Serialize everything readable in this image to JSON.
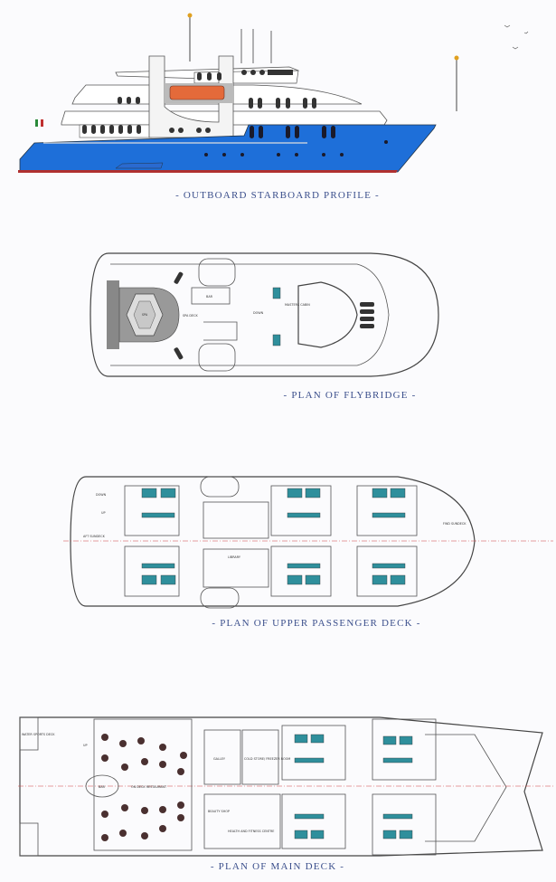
{
  "profile": {
    "caption": "- OUTBOARD STARBOARD PROFILE -",
    "hull_color": "#1e6fd9",
    "boot_color": "#b03030"
  },
  "flybridge": {
    "caption": "- PLAN OF FLYBRIDGE -",
    "labels": {
      "spa": "SPA",
      "spa_deck": "SPA DECK",
      "bar": "BAR",
      "masters_cabin": "MASTERS CABIN",
      "down": "DOWN"
    }
  },
  "upper_deck": {
    "caption": "- PLAN OF UPPER PASSENGER DECK -",
    "labels": {
      "aft_sundeck": "AFT SUNDECK",
      "fwd_sundeck": "FWD SUNDECK",
      "library": "LIBRARY",
      "up": "UP",
      "down": "DOWN"
    }
  },
  "main_deck": {
    "caption": "- PLAN OF MAIN DECK -",
    "labels": {
      "water_sports_deck": "WATER SPORTS DECK",
      "bar": "BAR",
      "restaurant": "ON DECK RESTAURANT",
      "galley": "GALLEY",
      "cold_store": "COLD STORE/ FREEZER ROOM",
      "beauty_shop": "BEAUTY SHOP",
      "fitness": "HEALTH AND FITNESS CENTRE",
      "up": "UP"
    }
  },
  "colors": {
    "caption": "#3b4f8c",
    "cabin_bed": "#2f8f9c",
    "centerline": "#d04040"
  }
}
